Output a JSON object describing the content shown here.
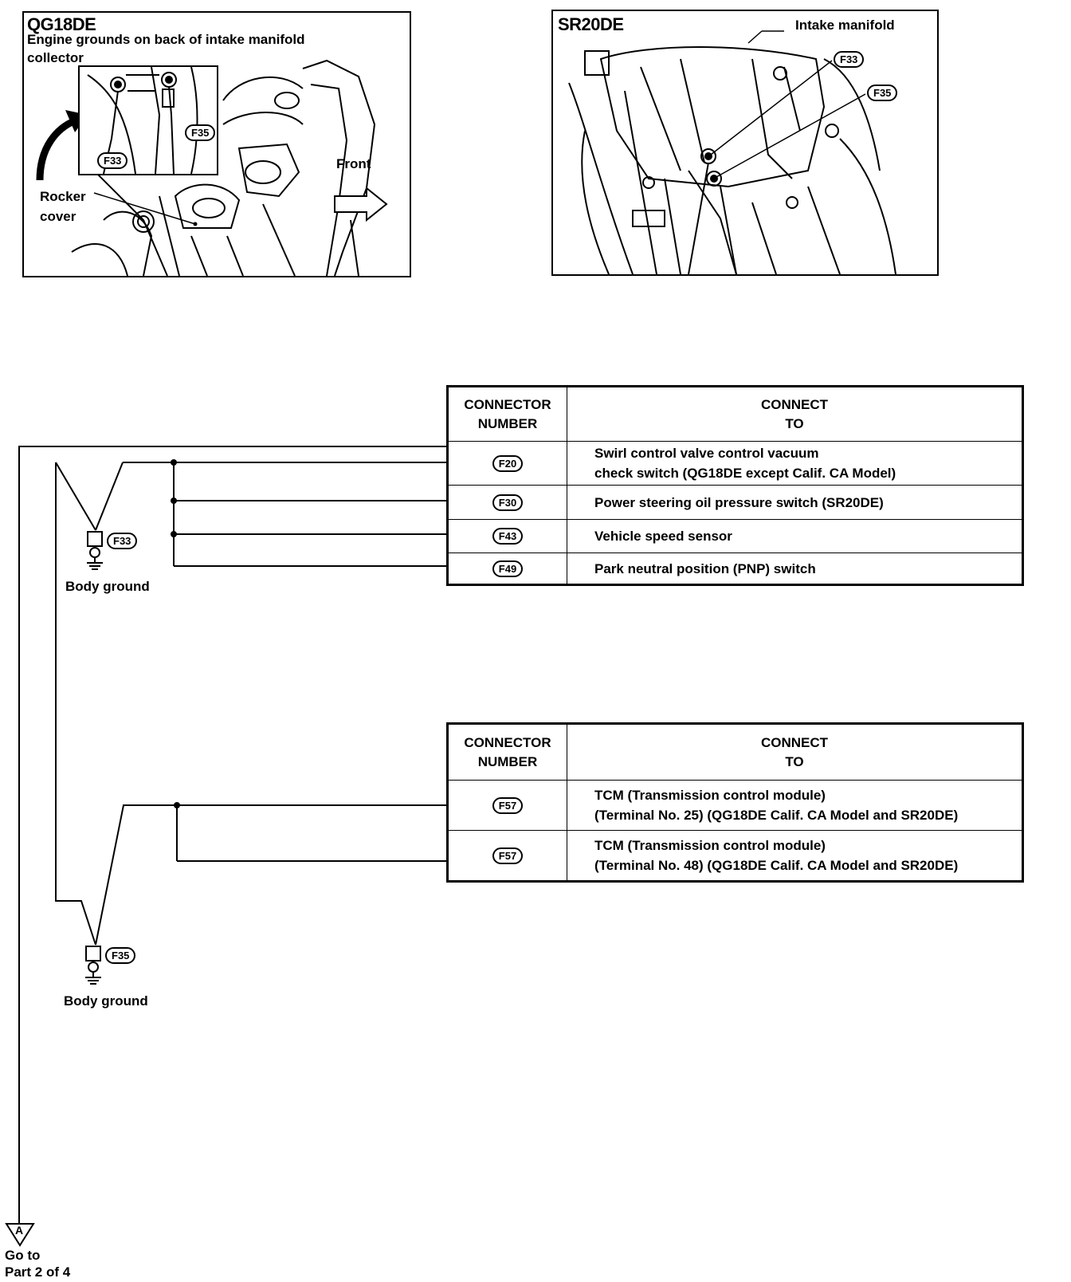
{
  "panels": {
    "qg18de": {
      "title": "QG18DE",
      "subtitle": "Engine grounds on back of intake manifold collector",
      "labels": {
        "f33": "F33",
        "f35": "F35",
        "front": "Front",
        "rocker_cover": "Rocker cover"
      }
    },
    "sr20de": {
      "title": "SR20DE",
      "labels": {
        "intake_manifold": "Intake manifold",
        "f33": "F33",
        "f35": "F35"
      }
    }
  },
  "table_headers": {
    "col1": "CONNECTOR NUMBER",
    "col2": "CONNECT TO"
  },
  "table1": {
    "rows": [
      {
        "connector": "F20",
        "line1": "Swirl control valve control vacuum",
        "line2": "check switch (QG18DE except Calif. CA Model)"
      },
      {
        "connector": "F30",
        "line1": "Power steering oil pressure switch (SR20DE)",
        "line2": ""
      },
      {
        "connector": "F43",
        "line1": "Vehicle speed sensor",
        "line2": ""
      },
      {
        "connector": "F49",
        "line1": "Park neutral position (PNP) switch",
        "line2": ""
      }
    ]
  },
  "table2": {
    "rows": [
      {
        "connector": "F57",
        "line1": "TCM (Transmission control module)",
        "line2": "(Terminal No. 25) (QG18DE Calif. CA Model and SR20DE)"
      },
      {
        "connector": "F57",
        "line1": "TCM (Transmission control module)",
        "line2": "(Terminal No. 48) (QG18DE Calif. CA Model and SR20DE)"
      }
    ]
  },
  "grounds": {
    "g1": {
      "connector": "F33",
      "label": "Body ground"
    },
    "g2": {
      "connector": "F35",
      "label": "Body ground"
    }
  },
  "offpage": {
    "symbol": "A",
    "line1": "Go to",
    "line2": "Part 2 of 4"
  }
}
